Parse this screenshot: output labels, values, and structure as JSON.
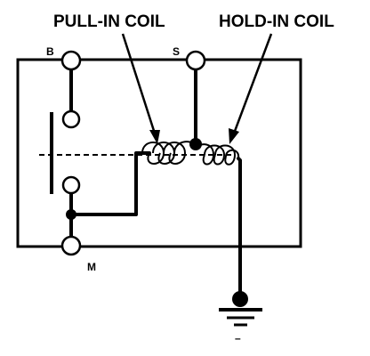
{
  "labels": {
    "pull_in_coil": "PULL-IN COIL",
    "hold_in_coil": "HOLD-IN COIL",
    "terminal_b": "B",
    "terminal_s": "S",
    "terminal_m": "M",
    "ground_symbol": "–"
  }
}
